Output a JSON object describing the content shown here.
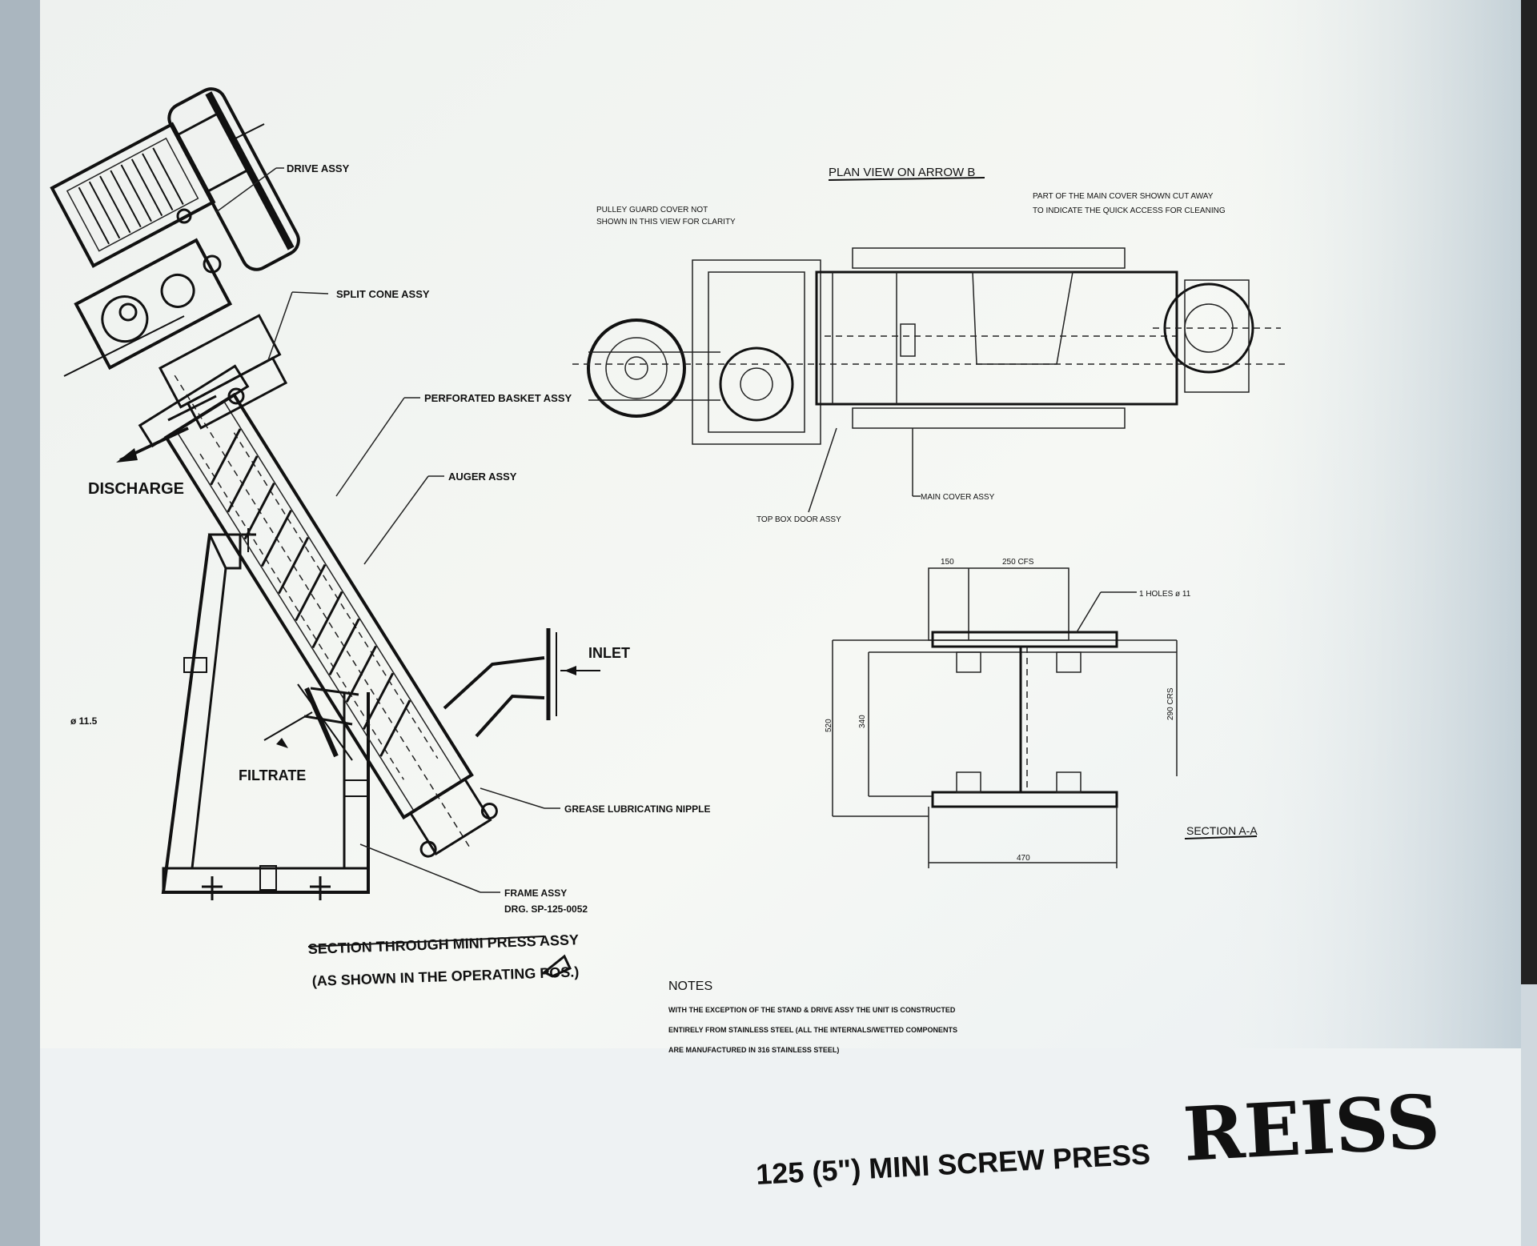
{
  "drawing": {
    "title": "125 (5\") MINI SCREW PRESS",
    "brand": "REISS",
    "section_main": {
      "title": "SECTION THROUGH MINI PRESS ASSY",
      "subtitle": "(AS SHOWN IN THE OPERATING POS.)"
    },
    "section_plan": {
      "title": "PLAN VIEW ON ARROW B"
    },
    "section_aa": {
      "title": "SECTION A-A"
    },
    "labels": {
      "drive": "DRIVE ASSY",
      "split_cone": "SPLIT CONE ASSY",
      "basket": "PERFORATED BASKET ASSY",
      "auger": "AUGER ASSY",
      "discharge": "DISCHARGE",
      "inlet": "INLET",
      "filtrate": "FILTRATE",
      "grease": "GREASE LUBRICATING NIPPLE",
      "frame": "FRAME ASSY",
      "frame_drg": "DRG. SP-125-0052",
      "pulley_note_1": "PULLEY GUARD COVER NOT",
      "pulley_note_2": "SHOWN IN THIS VIEW FOR CLARITY",
      "cover_note_1": "PART OF THE MAIN COVER SHOWN CUT AWAY",
      "cover_note_2": "TO INDICATE THE QUICK ACCESS FOR CLEANING",
      "top_box_door": "TOP BOX DOOR ASSY",
      "main_cover": "MAIN COVER ASSY",
      "leg_dim": "ø 11.5",
      "aa_dim_top_left": "150",
      "aa_dim_top_right": "250 CFS",
      "aa_dim_left_outer": "520",
      "aa_dim_left_inner": "340",
      "aa_dim_right": "290 CRS",
      "aa_dim_bottom": "470",
      "aa_bolt": "1 HOLES ø 11"
    },
    "notes": {
      "heading": "NOTES",
      "line1": "WITH THE EXCEPTION OF THE STAND & DRIVE ASSY THE UNIT IS CONSTRUCTED",
      "line2": "ENTIRELY FROM STAINLESS STEEL (ALL THE INTERNALS/WETTED COMPONENTS",
      "line3": "ARE MANUFACTURED IN 316 STAINLESS STEEL)"
    },
    "colors": {
      "paper": "#f4f6f2",
      "ink": "#111111",
      "monitor": "#c9d4db"
    }
  }
}
